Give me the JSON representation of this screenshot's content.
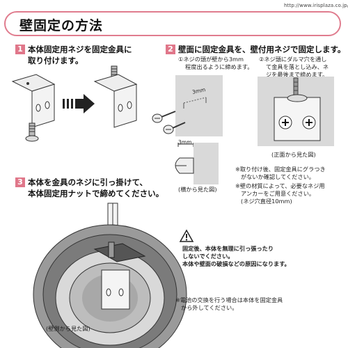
{
  "header": {
    "url": "http://www.irisplaza.co.jp/",
    "title": "壁固定の方法"
  },
  "steps": [
    {
      "num": "1",
      "line1": "本体固定用ネジを固定金具に",
      "line2": "取り付けます。"
    },
    {
      "num": "2",
      "line1": "壁面に固定金具を、壁付用ネジで固定します。"
    },
    {
      "num": "3",
      "line1": "本体を金具のネジに引っ掛けて、",
      "line2": "本体固定用ナットで締めてください。"
    }
  ],
  "step2_notes": {
    "note1_line1": "①ネジの頭が壁から3mm",
    "note1_line2": "程度出るように締めます。",
    "note2_line1": "②ネジ頭にダルマ穴を通し",
    "note2_line2": "て金具を落とし込み、ネ",
    "note2_line2b": "ジを最後まで締めます。",
    "dim_3mm_a": "3mm",
    "dim_3mm_b": "3mm",
    "front_caption": "(正面から見た図)",
    "side_caption": "(横から見た図)"
  },
  "remarks": {
    "r1_line1": "※取り付け後、固定金具にグラつき",
    "r1_line2": "がないか確認してください。",
    "r2_line1": "※壁の材質によって、必要なネジ用",
    "r2_line2": "アンカーをご用意ください。",
    "r2_line3": "(ネジ穴直径10mm)"
  },
  "warning": {
    "line1": "固定後、本体を無理に引っ張ったり",
    "line2": "しないでください。",
    "line3": "本体や壁面の破損などの原因になります。"
  },
  "battery_note": {
    "line1": "※電池の交換を行う場合は本体を固定金具",
    "line2": "から外してください。"
  },
  "bottom_caption": "(壁側から見た図)",
  "colors": {
    "accent": "#e0778a",
    "wall": "#d9d9d9"
  }
}
